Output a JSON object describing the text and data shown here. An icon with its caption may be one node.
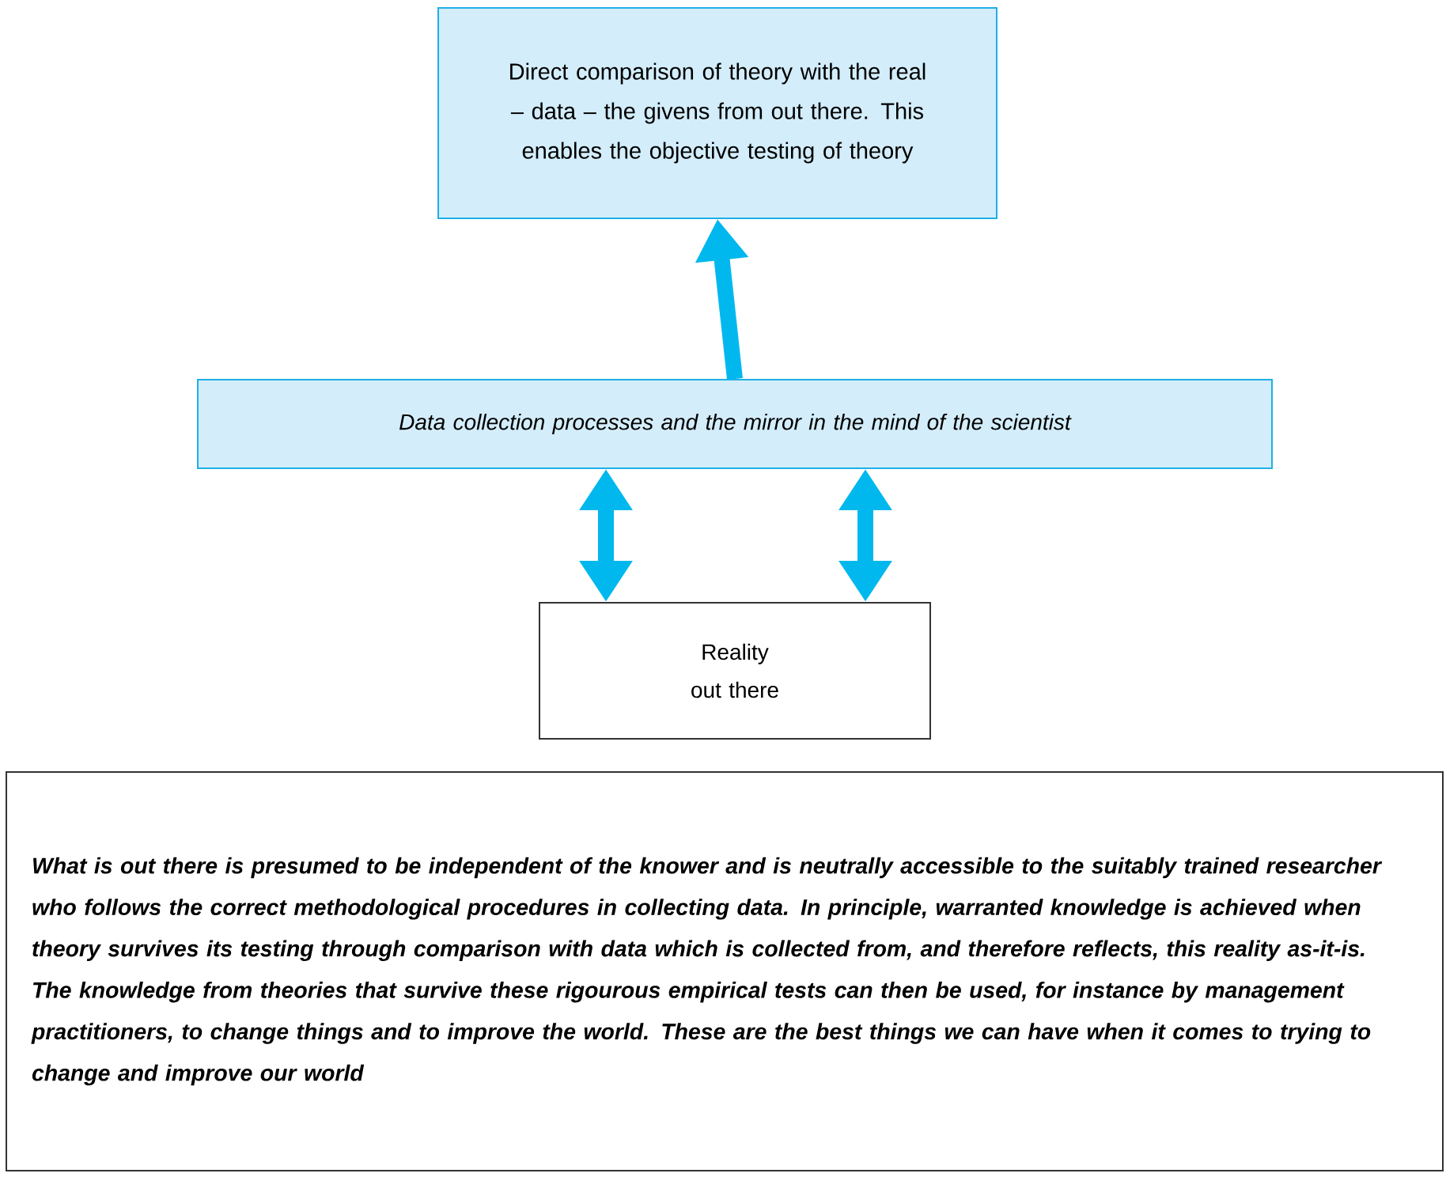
{
  "diagram": {
    "nodes": [
      {
        "text": [
          "Direct comparison of theory with the real – data – the givens from out there. This enables the objective testing of theory"
        ]
      },
      {
        "text": [
          "Data collection processes and the mirror in the mind of the scientist"
        ]
      },
      {
        "text": [
          "Reality",
          "out there"
        ]
      },
      {
        "text": [
          "What is out there is presumed to be independent of the knower and is neutrally accessible to the suitably trained researcher who follows the correct methodological procedures in collecting data. In principle, warranted knowledge is achieved when theory survives its testing through comparison with data which is collected from, and therefore reflects, this reality as-it-is. The knowledge from theories that survive these rigourous empirical tests can then be used, for instance by management practitioners, to change things and to improve the world. These are the best things we can have when it comes to trying to change and improve our world"
        ]
      }
    ],
    "edges": [
      {
        "from": 1,
        "to": 0,
        "arrow": "to"
      },
      {
        "from": 1,
        "to": 2,
        "arrow": "both"
      },
      {
        "from": 1,
        "to": 2,
        "arrow": "both"
      }
    ]
  }
}
